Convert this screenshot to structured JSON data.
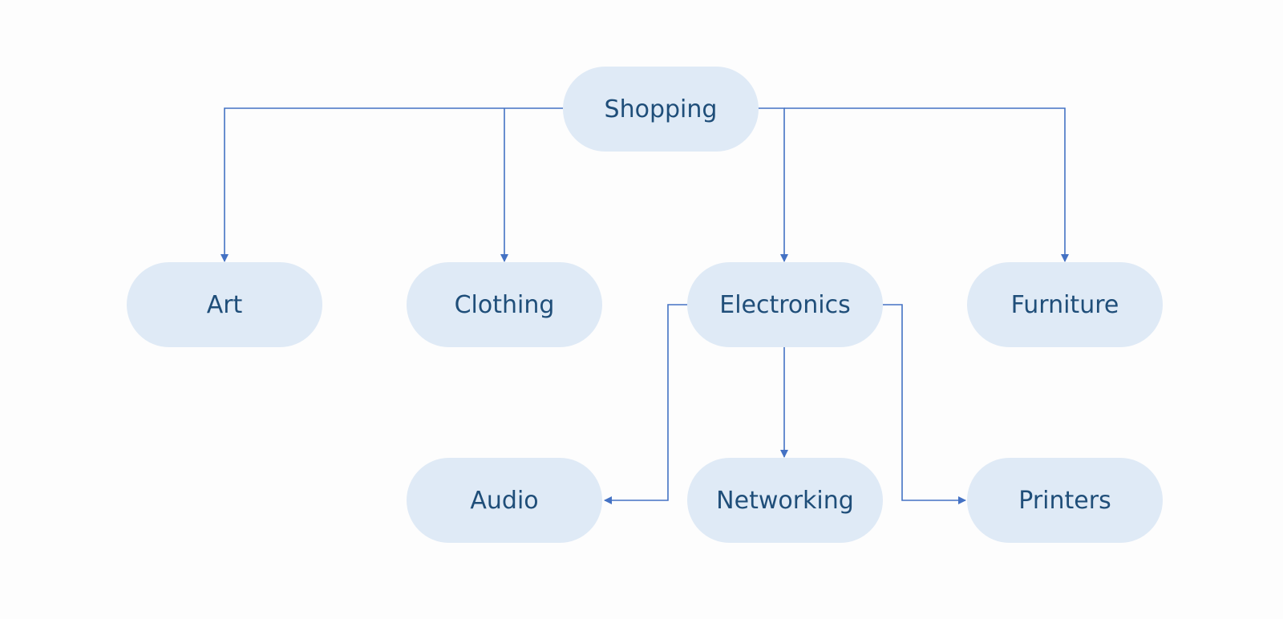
{
  "colors": {
    "node_fill": "#dfeaf6",
    "node_text": "#1f4e79",
    "connector": "#4472c4"
  },
  "diagram": {
    "root": {
      "label": "Shopping"
    },
    "categories": [
      {
        "label": "Art"
      },
      {
        "label": "Clothing"
      },
      {
        "label": "Electronics"
      },
      {
        "label": "Furniture"
      }
    ],
    "electronics_children": [
      {
        "label": "Audio"
      },
      {
        "label": "Networking"
      },
      {
        "label": "Printers"
      }
    ]
  }
}
